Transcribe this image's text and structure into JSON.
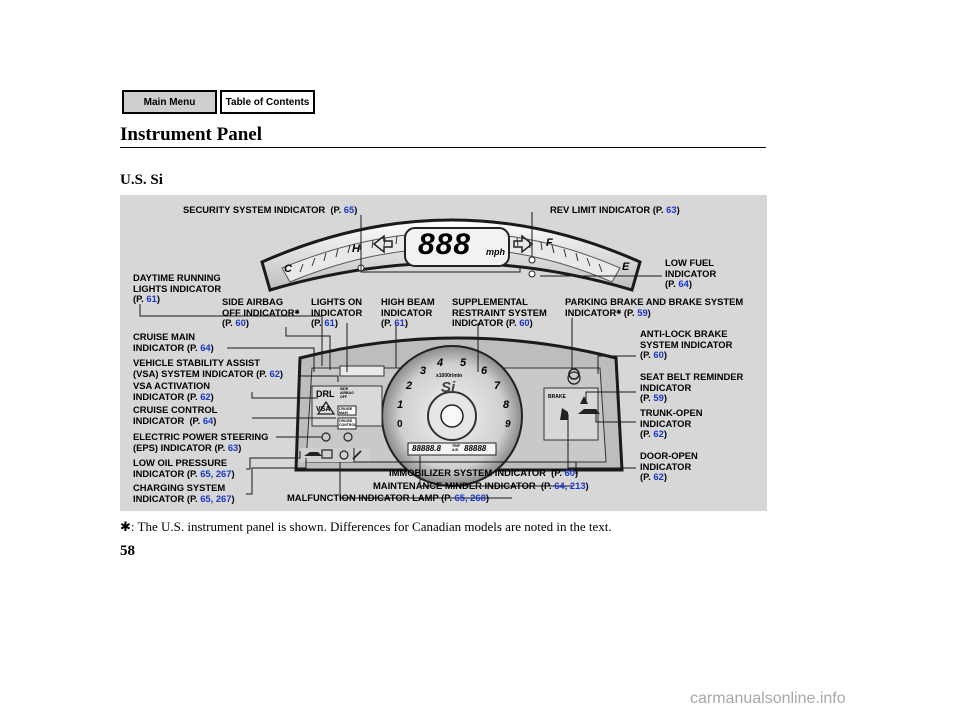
{
  "nav": {
    "main_menu": "Main Menu",
    "toc": "Table of Contents"
  },
  "page_title": "Instrument Panel",
  "section_title": "U.S. Si",
  "labels": {
    "security": {
      "line1": "SECURITY SYSTEM INDICATOR",
      "ref": "(P. ",
      "page": "65",
      "close": ")"
    },
    "rev_limit": {
      "line1": "REV LIMIT INDICATOR",
      "ref": "(P. ",
      "page": "63",
      "close": ")"
    },
    "drl": {
      "line1": "DAYTIME RUNNING",
      "line2": "LIGHTS INDICATOR",
      "ref": "(P. ",
      "page": "61",
      "close": ")"
    },
    "low_fuel": {
      "line1": "LOW FUEL",
      "line2": "INDICATOR",
      "ref": "(P. ",
      "page": "64",
      "close": ")"
    },
    "side_airbag": {
      "line1": "SIDE AIRBAG",
      "line2": "OFF INDICATOR",
      "ref": "(P. ",
      "page": "60",
      "close": ")"
    },
    "lights_on": {
      "line1": "LIGHTS ON",
      "line2": "INDICATOR",
      "ref": "(P. ",
      "page": "61",
      "close": ")"
    },
    "high_beam": {
      "line1": "HIGH BEAM",
      "line2": "INDICATOR",
      "ref": "(P. ",
      "page": "61",
      "close": ")"
    },
    "srs": {
      "line1": "SUPPLEMENTAL",
      "line2": "RESTRAINT SYSTEM",
      "line3": "INDICATOR",
      "ref": "(P. ",
      "page": "60",
      "close": ")"
    },
    "parking_brake": {
      "line1": "PARKING BRAKE AND BRAKE SYSTEM",
      "line2": "INDICATOR",
      "ref": "(P. ",
      "page": "59",
      "close": ")"
    },
    "cruise_main": {
      "line1": "CRUISE MAIN",
      "line2": "INDICATOR",
      "ref": "(P. ",
      "page": "64",
      "close": ")"
    },
    "abs": {
      "line1": "ANTI-LOCK BRAKE",
      "line2": "SYSTEM INDICATOR",
      "ref": "(P. ",
      "page": "60",
      "close": ")"
    },
    "vsa_system": {
      "line1": "VEHICLE STABILITY ASSIST",
      "line2": "(VSA) SYSTEM INDICATOR",
      "ref": "(P. ",
      "page": "62",
      "close": ")"
    },
    "seat_belt": {
      "line1": "SEAT BELT REMINDER",
      "line2": "INDICATOR",
      "ref": "(P. ",
      "page": "59",
      "close": ")"
    },
    "vsa_activation": {
      "line1": "VSA ACTIVATION",
      "line2": "INDICATOR",
      "ref": "(P. ",
      "page": "62",
      "close": ")"
    },
    "cruise_control": {
      "line1": "CRUISE CONTROL",
      "line2": "INDICATOR",
      "ref": "(P. ",
      "page": "64",
      "close": ")"
    },
    "trunk_open": {
      "line1": "TRUNK-OPEN",
      "line2": "INDICATOR",
      "ref": "(P. ",
      "page": "62",
      "close": ")"
    },
    "eps": {
      "line1": "ELECTRIC POWER STEERING",
      "line2": "(EPS) INDICATOR",
      "ref": "(P. ",
      "page": "63",
      "close": ")"
    },
    "door_open": {
      "line1": "DOOR-OPEN",
      "line2": "INDICATOR",
      "ref": "(P. ",
      "page": "62",
      "close": ")"
    },
    "low_oil": {
      "line1": "LOW OIL PRESSURE",
      "line2": "INDICATOR",
      "ref": "(P. ",
      "page": "65, 267",
      "close": ")"
    },
    "immobilizer": {
      "line1": "IMMOBILIZER SYSTEM INDICATOR",
      "ref": "(P. ",
      "page": "60",
      "close": ")"
    },
    "charging": {
      "line1": "CHARGING SYSTEM",
      "line2": "INDICATOR",
      "ref": "(P. ",
      "page": "65, 267",
      "close": ")"
    },
    "maintenance": {
      "line1": "MAINTENANCE MINDER INDICATOR",
      "ref": "(P. ",
      "page": "64, 213",
      "close": ")"
    },
    "mil": {
      "line1": "MALFUNCTION INDICATOR LAMP",
      "ref": "(P. ",
      "page": "65, 268",
      "close": ")"
    }
  },
  "cluster": {
    "speed_digits": "888",
    "speed_unit": "mph",
    "tach_numbers": [
      "0",
      "1",
      "2",
      "3",
      "4",
      "5",
      "6",
      "7",
      "8",
      "9"
    ],
    "tach_unit": "x1000r/min",
    "model_badge": "Si",
    "gauge_h": "H",
    "gauge_c": "C",
    "gauge_f": "F",
    "gauge_e": "E",
    "drl_text": "DRL",
    "vsa_text": "VSA",
    "airbag_off_text": "SIDE AIRBAG OFF",
    "cruise_main_text": "CRUISE MAIN",
    "cruise_control_text": "CRUISE CONTROL",
    "brake_text": "BRAKE",
    "odo_digits": "88888.8",
    "trip_text": "TRIP A B",
    "trip_digits": "88888"
  },
  "footnote_mark": "✱",
  "footnote": ": The U.S. instrument panel is shown. Differences for Canadian models are noted in the text.",
  "page_number": "58",
  "watermark": "carmanualsonline.info"
}
